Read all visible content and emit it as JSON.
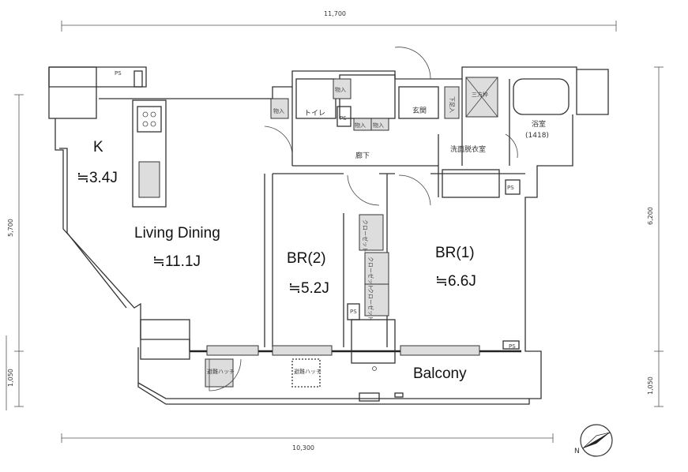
{
  "dimensions": {
    "top": "11,700",
    "bottom": "10,300",
    "left_upper": "5,700",
    "left_lower": "1,050",
    "right_upper": "6,200",
    "right_lower": "1,050"
  },
  "rooms": {
    "kitchen": {
      "name": "K",
      "size": "≒3.4J"
    },
    "living": {
      "name": "Living Dining",
      "size": "≒11.1J"
    },
    "br2": {
      "name": "BR(2)",
      "size": "≒5.2J"
    },
    "br1": {
      "name": "BR(1)",
      "size": "≒6.6J"
    },
    "balcony": {
      "name": "Balcony"
    }
  },
  "small_labels": {
    "ps": "PS",
    "storage": "物入",
    "toilet": "トイレ",
    "hallway": "廊下",
    "entrance": "玄関",
    "shoe": "下足入",
    "washroom": "洗面脱衣室",
    "bath": "浴室",
    "bath_size": "(1418)",
    "closet": "クローゼット",
    "hatch": "避難ハッチ",
    "frame": "三方枠"
  },
  "compass": {
    "label": "N"
  }
}
